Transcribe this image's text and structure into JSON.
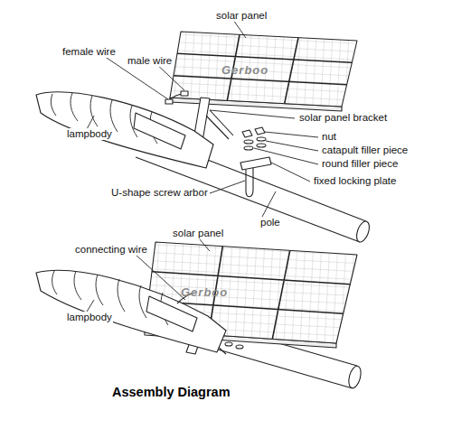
{
  "diagram": {
    "caption": "Assembly Diagram",
    "labels": [
      "solar panel",
      "female wire",
      "male wire",
      "lampbody",
      "solar panel bracket",
      "nut",
      "catapult filler piece",
      "round filler piece",
      "fixed locking plate",
      "U-shape screw arbor",
      "pole",
      "solar panel",
      "connecting wire",
      "lampbody",
      "Gerboo",
      "Gerboo"
    ]
  }
}
